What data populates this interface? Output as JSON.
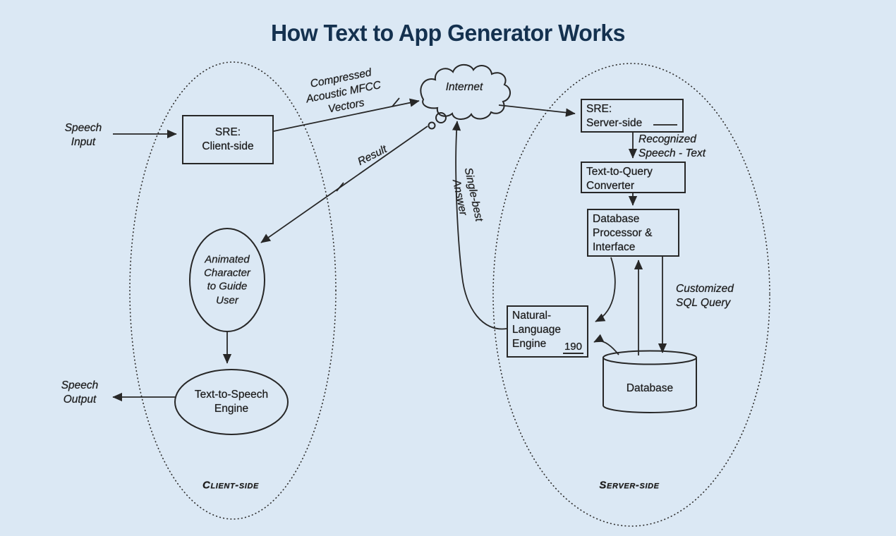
{
  "title": "How Text to App Generator Works",
  "colors": {
    "background": "#dbe8f4",
    "title": "#14314f",
    "ink": "#272727"
  },
  "client_side": {
    "region_label": "Client-side",
    "speech_input_label": "Speech\nInput",
    "speech_output_label": "Speech\nOutput",
    "sre_client_box": "SRE:\nClient-side",
    "animated_character_node": "Animated\nCharacter\nto Guide\nUser",
    "tts_engine_node": "Text-to-Speech\nEngine"
  },
  "internet": {
    "cloud_label": "Internet"
  },
  "flow_labels": {
    "compressed_mfcc": "Compressed\nAcoustic MFCC\nVectors",
    "result": "Result",
    "single_best_answer": "Single-best\nAnswer",
    "recognized_speech": "Recognized\nSpeech - Text",
    "customized_sql": "Customized\nSQL Query"
  },
  "server_side": {
    "region_label": "Server-side",
    "sre_server_box": "SRE:\nServer-side",
    "text_to_query_box": "Text-to-Query\nConverter",
    "db_processor_box": "Database\nProcessor &\nInterface",
    "nl_engine_box": "Natural-\nLanguage\nEngine",
    "nl_engine_ref": "190",
    "database_node": "Database"
  }
}
